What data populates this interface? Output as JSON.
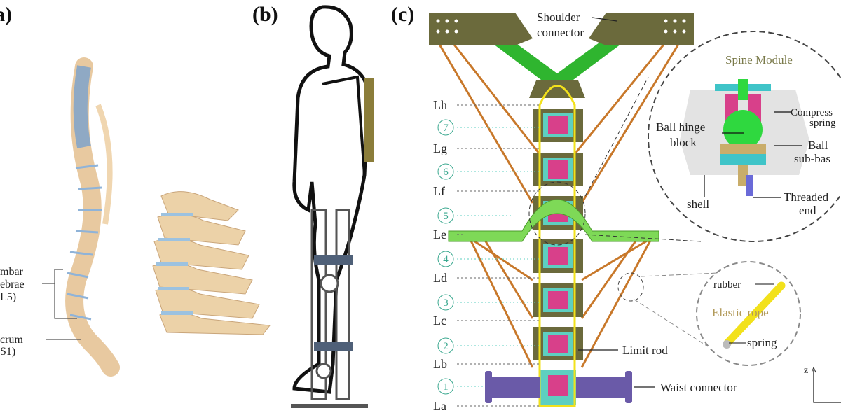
{
  "panels": {
    "a": "(a)",
    "b": "(b)",
    "c": "(c)"
  },
  "panel_a": {
    "lumbar_label": [
      "mbar",
      "ebrae",
      "L5)"
    ],
    "sacrum_label": [
      "crum",
      "S1)"
    ]
  },
  "panel_c": {
    "shoulder_connector": [
      "Shoulder",
      "connector"
    ],
    "levels": [
      "Lh",
      "Lg",
      "Lf",
      "Le",
      "Ld",
      "Lc",
      "Lb",
      "La"
    ],
    "modules": [
      "7",
      "6",
      "5",
      "4",
      "3",
      "2",
      "1"
    ],
    "limit_rod": "Limit rod",
    "waist_connector": "Waist connector",
    "spine_module": {
      "title": "Spine Module",
      "compress_spring": [
        "Compress",
        "spring"
      ],
      "ball_hinge_block": [
        "Ball hinge",
        "block"
      ],
      "ball_sub_base": [
        "Ball",
        "sub-bas"
      ],
      "shell": "shell",
      "threaded_end": [
        "Threaded",
        "end"
      ]
    },
    "elastic_rope": {
      "title": "Elastic rope",
      "rubber": "rubber",
      "spring": "spring"
    },
    "axis_z": "z"
  },
  "colors": {
    "plate": "#6b6a3c",
    "green": "#2fb52f",
    "rope": "#c8782a",
    "light_green": "#7ed957",
    "teal": "#5ecfc0",
    "purple": "#6a5aa8",
    "pink": "#d8408a",
    "yellow": "#f2e11b"
  }
}
